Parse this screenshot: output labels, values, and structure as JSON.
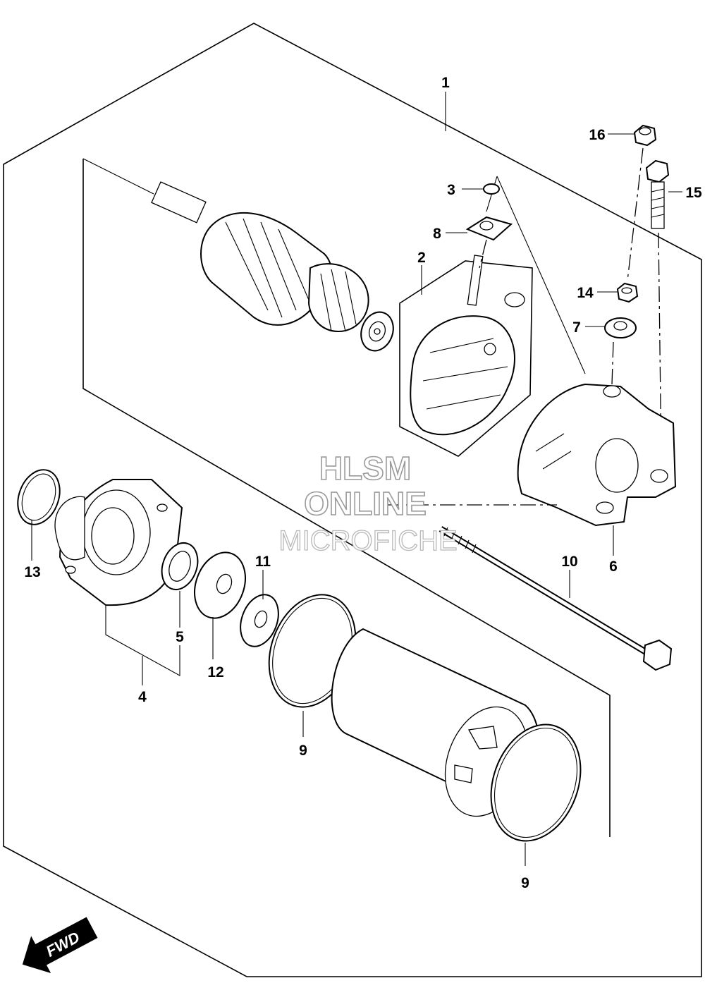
{
  "callouts": [
    {
      "id": "1",
      "label": "1"
    },
    {
      "id": "2",
      "label": "2"
    },
    {
      "id": "3",
      "label": "3"
    },
    {
      "id": "4",
      "label": "4"
    },
    {
      "id": "5",
      "label": "5"
    },
    {
      "id": "6",
      "label": "6"
    },
    {
      "id": "7",
      "label": "7"
    },
    {
      "id": "8",
      "label": "8"
    },
    {
      "id": "9a",
      "label": "9"
    },
    {
      "id": "9b",
      "label": "9"
    },
    {
      "id": "10",
      "label": "10"
    },
    {
      "id": "11",
      "label": "11"
    },
    {
      "id": "12",
      "label": "12"
    },
    {
      "id": "13",
      "label": "13"
    },
    {
      "id": "14",
      "label": "14"
    },
    {
      "id": "15",
      "label": "15"
    },
    {
      "id": "16",
      "label": "16"
    }
  ],
  "watermark": {
    "line1": "HLSM",
    "line2": "ONLINE",
    "line3": "MICROFICHE"
  },
  "direction_badge": {
    "label": "FWD",
    "icon": "arrow-icon"
  }
}
